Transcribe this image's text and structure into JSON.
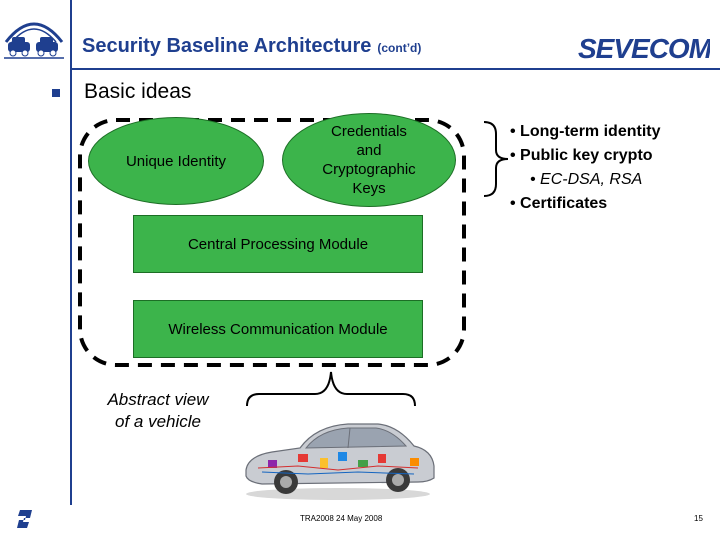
{
  "header": {
    "title": "Security Baseline Architecture",
    "title_suffix": "(cont’d)",
    "brand_logo": "SEVECOM",
    "title_color": "#1f3f8f"
  },
  "section": {
    "heading": "Basic ideas"
  },
  "diagram": {
    "unique_identity": "Unique Identity",
    "credentials": [
      "Credentials",
      "and",
      "Cryptographic",
      "Keys"
    ],
    "cpu_module": "Central Processing Module",
    "wireless_module": "Wireless Communication Module",
    "fill_color": "#3cb44b",
    "abstract_view": [
      "Abstract view",
      "of a vehicle"
    ]
  },
  "bullets": [
    {
      "text": "• Long-term identity",
      "level": 1
    },
    {
      "text": "• Public key crypto",
      "level": 1
    },
    {
      "text": "• EC-DSA, RSA",
      "level": 2
    },
    {
      "text": "• Certificates",
      "level": 1
    }
  ],
  "footer": {
    "center_text": "TRA2008 24 May 2008",
    "page_number": "15"
  },
  "icons": [
    "car-logo-icon",
    "sevecom-logo",
    "footer-logo-icon",
    "bullet-square-icon",
    "vehicle-image"
  ]
}
